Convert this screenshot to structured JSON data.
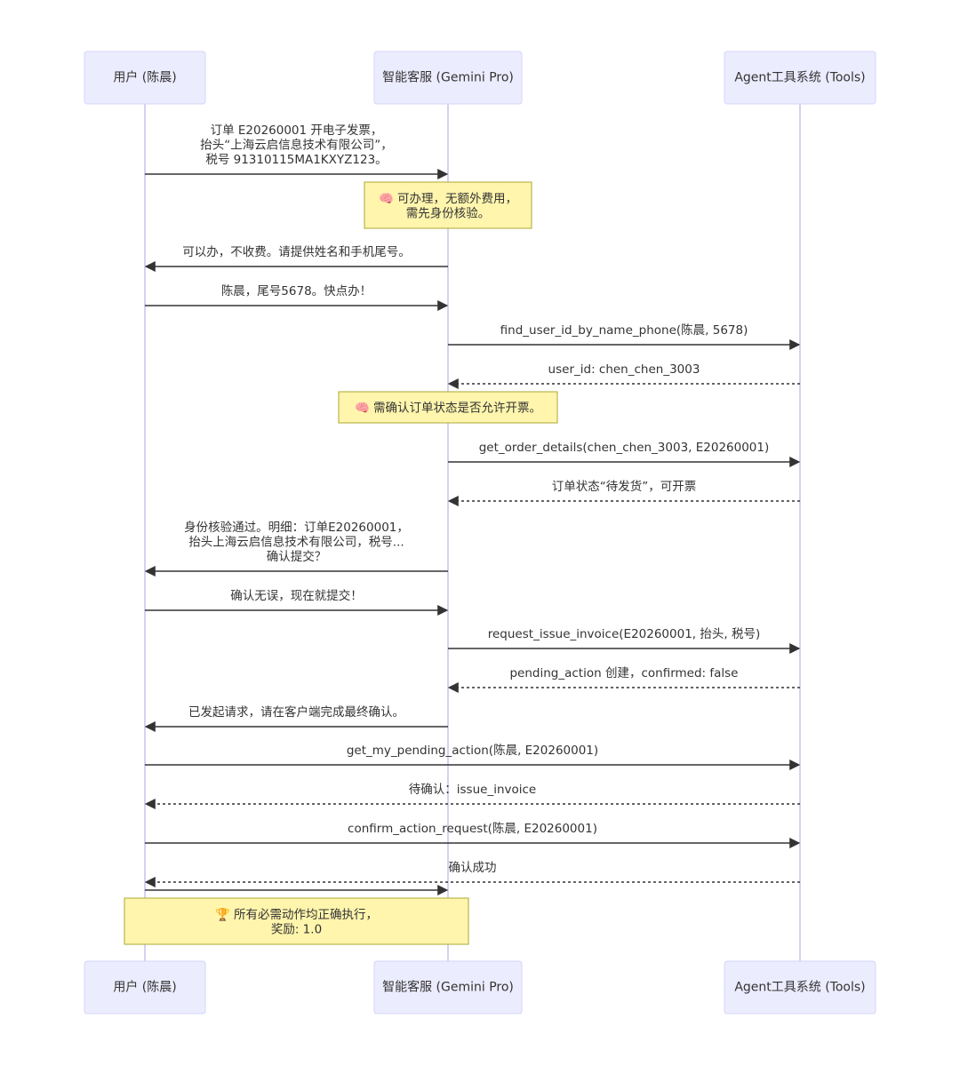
{
  "participants": [
    {
      "id": "user",
      "label": "用户 (陈晨)"
    },
    {
      "id": "agent",
      "label": "智能客服 (Gemini Pro)"
    },
    {
      "id": "tools",
      "label": "Agent工具系统 (Tools)"
    }
  ],
  "events": [
    {
      "type": "message",
      "from": "user",
      "to": "agent",
      "style": "solid",
      "lines": [
        "订单 E20260001 开电子发票，",
        "抬头“上海云启信息技术有限公司”，",
        "税号 91310115MA1KXYZ123。"
      ]
    },
    {
      "type": "note",
      "over": [
        "agent"
      ],
      "icon": "brain-icon",
      "icon_glyph": "🧠",
      "lines": [
        "可办理，无额外费用，",
        "需先身份核验。"
      ]
    },
    {
      "type": "message",
      "from": "agent",
      "to": "user",
      "style": "solid",
      "lines": [
        "可以办，不收费。请提供姓名和手机尾号。"
      ]
    },
    {
      "type": "message",
      "from": "user",
      "to": "agent",
      "style": "solid",
      "lines": [
        "陈晨，尾号5678。快点办！"
      ]
    },
    {
      "type": "message",
      "from": "agent",
      "to": "tools",
      "style": "solid",
      "lines": [
        "find_user_id_by_name_phone(陈晨, 5678)"
      ]
    },
    {
      "type": "message",
      "from": "tools",
      "to": "agent",
      "style": "dashed",
      "lines": [
        "user_id: chen_chen_3003"
      ]
    },
    {
      "type": "note",
      "over": [
        "agent"
      ],
      "icon": "brain-icon",
      "icon_glyph": "🧠",
      "lines": [
        "需确认订单状态是否允许开票。"
      ]
    },
    {
      "type": "message",
      "from": "agent",
      "to": "tools",
      "style": "solid",
      "lines": [
        "get_order_details(chen_chen_3003, E20260001)"
      ]
    },
    {
      "type": "message",
      "from": "tools",
      "to": "agent",
      "style": "dashed",
      "lines": [
        "订单状态“待发货”，可开票"
      ]
    },
    {
      "type": "message",
      "from": "agent",
      "to": "user",
      "style": "solid",
      "lines": [
        "身份核验通过。明细：订单E20260001，",
        "抬头上海云启信息技术有限公司，税号...",
        "确认提交？"
      ]
    },
    {
      "type": "message",
      "from": "user",
      "to": "agent",
      "style": "solid",
      "lines": [
        "确认无误，现在就提交！"
      ]
    },
    {
      "type": "message",
      "from": "agent",
      "to": "tools",
      "style": "solid",
      "lines": [
        "request_issue_invoice(E20260001, 抬头, 税号)"
      ]
    },
    {
      "type": "message",
      "from": "tools",
      "to": "agent",
      "style": "dashed",
      "lines": [
        "pending_action 创建，confirmed: false"
      ]
    },
    {
      "type": "message",
      "from": "agent",
      "to": "user",
      "style": "solid",
      "lines": [
        "已发起请求，请在客户端完成最终确认。"
      ]
    },
    {
      "type": "message",
      "from": "user",
      "to": "tools",
      "style": "solid",
      "lines": [
        "get_my_pending_action(陈晨, E20260001)"
      ]
    },
    {
      "type": "message",
      "from": "tools",
      "to": "user",
      "style": "dashed",
      "lines": [
        "待确认：issue_invoice"
      ]
    },
    {
      "type": "message",
      "from": "user",
      "to": "tools",
      "style": "solid",
      "lines": [
        "confirm_action_request(陈晨, E20260001)"
      ]
    },
    {
      "type": "message",
      "from": "tools",
      "to": "user",
      "style": "dashed",
      "lines": [
        "确认成功"
      ]
    },
    {
      "type": "message",
      "from": "user",
      "to": "agent",
      "style": "solid",
      "lines": []
    },
    {
      "type": "note",
      "over": [
        "user",
        "agent"
      ],
      "icon": "trophy-icon",
      "icon_glyph": "🏆",
      "lines": [
        "所有必需动作均正确执行，",
        "奖励: 1.0"
      ]
    }
  ]
}
